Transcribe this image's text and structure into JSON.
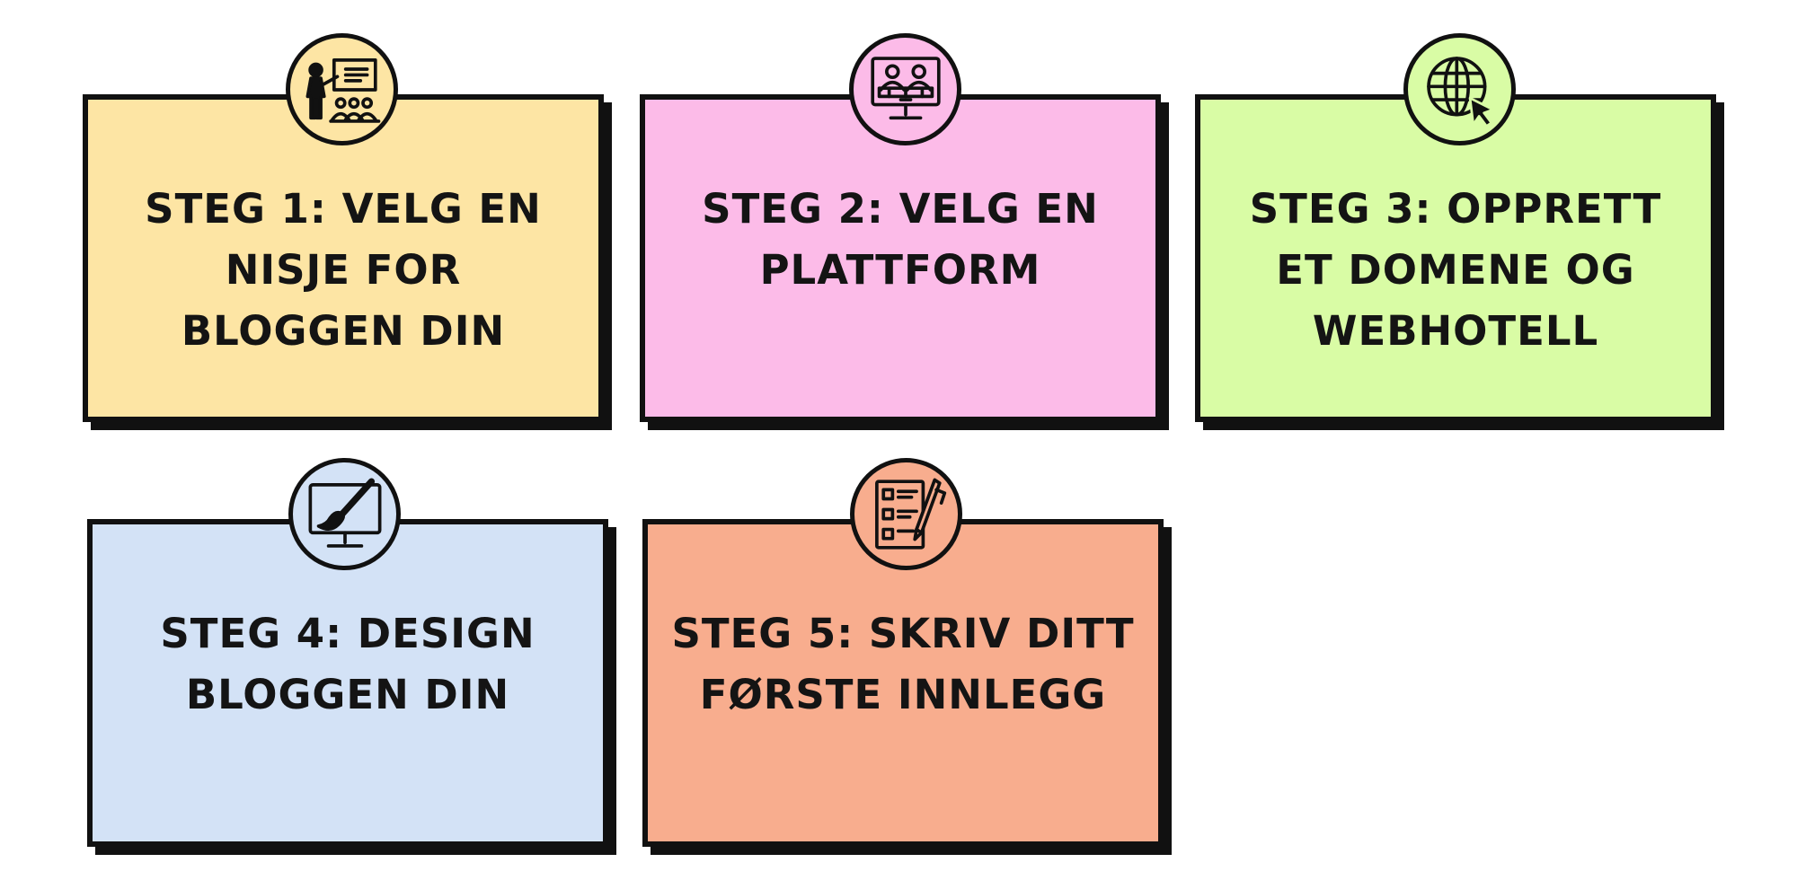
{
  "steps": [
    {
      "title": "STEG 1: VELG EN NISJE FOR BLOGGEN DIN",
      "color": "#fde5a4",
      "icon": "presentation-icon"
    },
    {
      "title": "STEG 2: VELG EN PLATTFORM",
      "color": "#fcbbe8",
      "icon": "video-conference-icon"
    },
    {
      "title": "STEG 3: OPPRETT ET DOMENE OG WEBHOTELL",
      "color": "#d9fca5",
      "icon": "globe-cursor-icon"
    },
    {
      "title": "STEG 4: DESIGN BLOGGEN DIN",
      "color": "#d3e2f6",
      "icon": "paintbrush-monitor-icon"
    },
    {
      "title": "STEG 5: SKRIV DITT FØRSTE INNLEGG",
      "color": "#f8ad8e",
      "icon": "checklist-icon"
    }
  ]
}
